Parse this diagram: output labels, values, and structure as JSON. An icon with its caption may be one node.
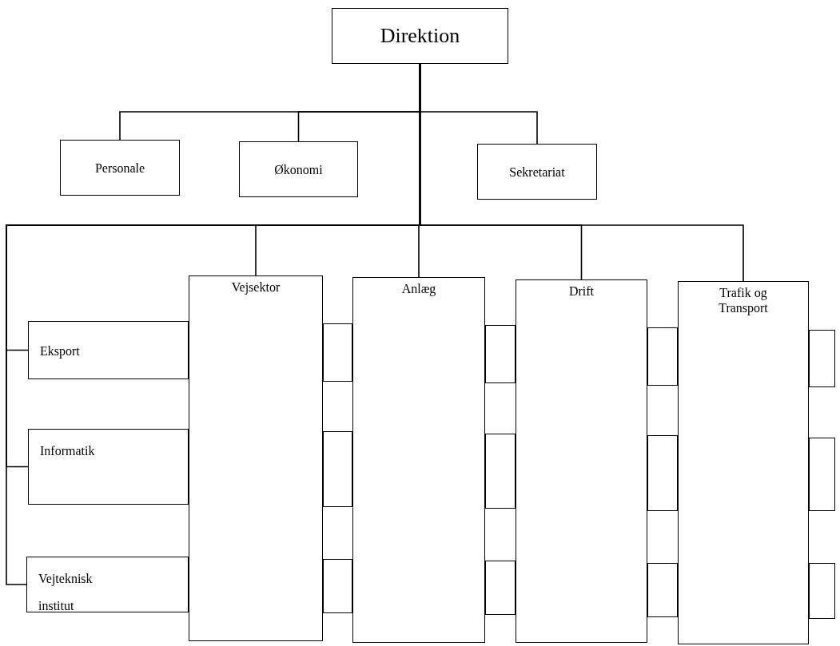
{
  "diagram": {
    "nodes": [
      {
        "text": [
          "Direktion"
        ]
      },
      {
        "text": [
          "Personale"
        ]
      },
      {
        "text": [
          "Økonomi"
        ]
      },
      {
        "text": [
          "Sekretariat"
        ]
      },
      {
        "text": [
          "Vejsektor"
        ]
      },
      {
        "text": [
          "Anlæg"
        ]
      },
      {
        "text": [
          "Drift"
        ]
      },
      {
        "text": [
          "Trafik og Transport"
        ]
      },
      {
        "text": [
          "Eksport"
        ]
      },
      {
        "text": [
          "Informatik"
        ]
      },
      {
        "text": [
          "Vejteknisk institut"
        ]
      },
      {
        "text": [],
        "shape": "box"
      },
      {
        "text": [],
        "shape": "box"
      },
      {
        "text": [],
        "shape": "box"
      },
      {
        "text": [],
        "shape": "box"
      },
      {
        "text": [],
        "shape": "box"
      },
      {
        "text": [],
        "shape": "box"
      },
      {
        "text": [],
        "shape": "box"
      },
      {
        "text": [],
        "shape": "box"
      },
      {
        "text": [],
        "shape": "box"
      },
      {
        "text": [],
        "shape": "box"
      },
      {
        "text": [],
        "shape": "box"
      },
      {
        "text": [],
        "shape": "box"
      }
    ],
    "edges": [
      {
        "from": 0,
        "to": 1,
        "arrow": "none"
      },
      {
        "from": 0,
        "to": 2,
        "arrow": "none"
      },
      {
        "from": 0,
        "to": 3,
        "arrow": "none"
      },
      {
        "from": 0,
        "to": 4,
        "arrow": "none"
      },
      {
        "from": 0,
        "to": 5,
        "arrow": "none"
      },
      {
        "from": 0,
        "to": 6,
        "arrow": "none"
      },
      {
        "from": 0,
        "to": 7,
        "arrow": "none"
      },
      {
        "from": 0,
        "to": 8,
        "arrow": "none"
      },
      {
        "from": 0,
        "to": 9,
        "arrow": "none"
      },
      {
        "from": 0,
        "to": 10,
        "arrow": "none"
      }
    ]
  }
}
